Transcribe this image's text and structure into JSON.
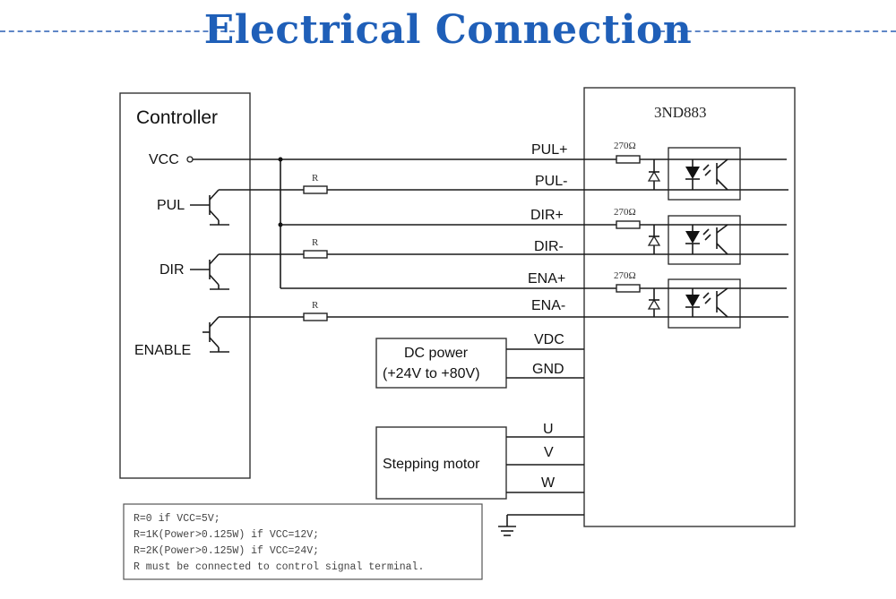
{
  "title": "Electrical Connection",
  "controller": {
    "title": "Controller",
    "pins": [
      "VCC",
      "PUL",
      "DIR",
      "ENABLE"
    ]
  },
  "driver": {
    "model": "3ND883",
    "signals": [
      "PUL+",
      "PUL-",
      "DIR+",
      "DIR-",
      "ENA+",
      "ENA-"
    ],
    "resistor_label": "270Ω",
    "power_terminals": [
      "VDC",
      "GND"
    ],
    "motor_terminals": [
      "U",
      "V",
      "W"
    ]
  },
  "resistor_symbol": "R",
  "dc_power": {
    "line1": "DC power",
    "line2": "(+24V to +80V)"
  },
  "motor": {
    "label": "Stepping motor"
  },
  "notes": [
    "R=0 if VCC=5V;",
    "R=1K(Power>0.125W) if VCC=12V;",
    "R=2K(Power>0.125W) if VCC=24V;",
    "R must be connected to control signal terminal."
  ]
}
